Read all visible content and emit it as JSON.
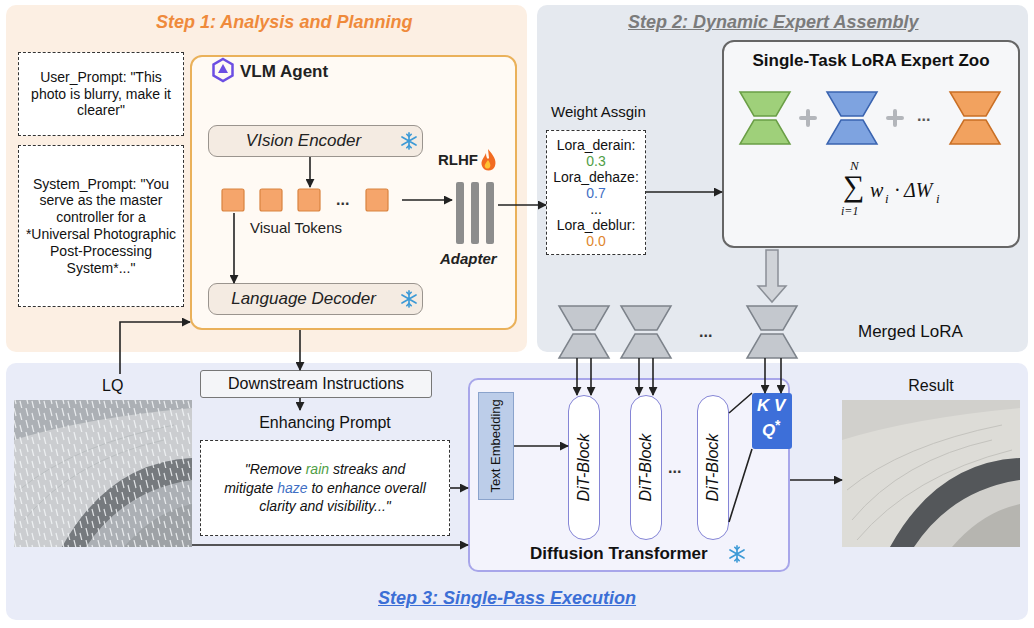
{
  "diagram": {
    "nodes": [
      {
        "text": [
          "Step 1: Analysis and Planning"
        ]
      },
      {
        "text": [
          "User_Prompt: \"This photo is blurry, make it clearer\""
        ],
        "in": 0
      },
      {
        "text": [
          "System_Prompt: \"You serve as the master controller for a *Universal Photographic Post-Processing System*...\""
        ],
        "in": 0
      },
      {
        "text": [
          "VLM Agent"
        ],
        "in": 0
      },
      {
        "text": [
          "VIsion Encoder"
        ],
        "in": 3
      },
      {
        "text": [
          "Visual Tokens"
        ],
        "in": 3
      },
      {
        "text": [
          "Language Decoder"
        ],
        "in": 3
      },
      {
        "text": [
          "RLHF",
          "Adapter"
        ],
        "in": 3
      },
      {
        "text": [
          "Step 2: Dynamic Expert Assembly"
        ]
      },
      {
        "text": [
          "Weight Assgin",
          "Lora_derain:",
          "0.3",
          "Lora_dehaze:",
          "0.7",
          "...",
          "Lora_deblur:",
          "0.0"
        ],
        "in": 8
      },
      {
        "text": [
          "Single-Task LoRA Expert Zoo",
          "...",
          "N",
          "∑",
          "i=1",
          "w",
          "i",
          "·",
          "ΔW",
          "i"
        ],
        "in": 8
      },
      {
        "text": [
          "Step 3: Single-Pass Execution"
        ]
      },
      {
        "text": [
          "LQ"
        ],
        "in": 11
      },
      {
        "text": [
          "Downstream Instructions"
        ],
        "in": 11
      },
      {
        "text": [
          "Enhancing Prompt",
          "\"Remove",
          "rain",
          "streaks and mitigate",
          "haze",
          "to enhance overall clarity and visibility...\""
        ],
        "in": 11
      },
      {
        "text": [
          "Diffusion Transformer"
        ],
        "in": 11
      },
      {
        "text": [
          "Text Embedding"
        ],
        "in": 15
      },
      {
        "text": [
          "DiT-Block"
        ],
        "in": 15
      },
      {
        "text": [
          "DiT-Block"
        ],
        "in": 15
      },
      {
        "text": [
          "DiT-Block"
        ],
        "in": 15
      },
      {
        "text": [
          "K",
          "V",
          "Q",
          "*"
        ],
        "in": 15
      },
      {
        "text": [
          "Result"
        ],
        "in": 11
      }
    ],
    "edges": [
      {
        "from": 12,
        "to": 3,
        "arrow": "to"
      },
      {
        "from": 4,
        "to": 5,
        "arrow": "to"
      },
      {
        "from": 5,
        "to": 6,
        "arrow": "to"
      },
      {
        "from": 5,
        "to": 7,
        "arrow": "to"
      },
      {
        "from": 7,
        "to": 9,
        "arrow": "to"
      },
      {
        "from": 9,
        "to": 10,
        "arrow": "to"
      },
      {
        "from": 3,
        "to": 13,
        "arrow": "to"
      },
      {
        "from": 13,
        "to": 14,
        "arrow": "to"
      },
      {
        "from": 14,
        "to": 15,
        "arrow": "to"
      },
      {
        "from": 12,
        "to": 15,
        "arrow": "to"
      },
      {
        "from": 16,
        "to": 17,
        "arrow": "to"
      },
      {
        "from": 19,
        "to": 20,
        "arrow": "none"
      },
      {
        "from": 15,
        "to": 21,
        "arrow": "to"
      }
    ],
    "labels": [
      "...",
      "...",
      "Merged LoRA",
      "..."
    ]
  }
}
